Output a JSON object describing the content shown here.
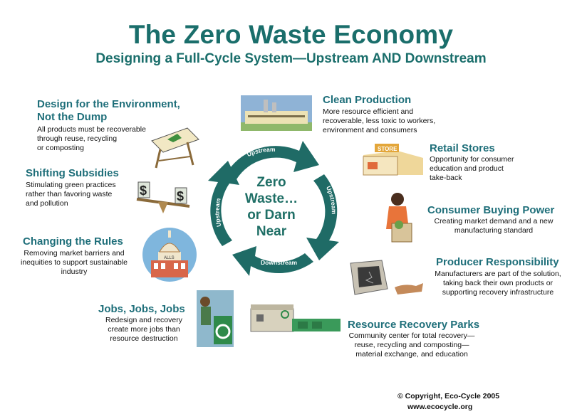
{
  "title": "The Zero Waste Economy",
  "subtitle": "Designing a Full-Cycle System—Upstream AND Downstream",
  "center": {
    "line1": "Zero",
    "line2": "Waste…",
    "line3": "or Darn",
    "line4": "Near"
  },
  "arrows": {
    "top": "Upstream",
    "right": "Upstream",
    "bottom": "Downstream",
    "left": "Upstream"
  },
  "items": {
    "design": {
      "heading1": "Design for the Environment,",
      "heading2": "Not the Dump",
      "desc": [
        "All products must be recoverable",
        "through reuse, recycling",
        "or composting"
      ]
    },
    "subsidies": {
      "heading": "Shifting Subsidies",
      "desc": [
        "Stimulating green practices",
        "rather than favoring waste",
        "and pollution"
      ]
    },
    "rules": {
      "heading": "Changing the Rules",
      "desc": [
        "Removing market barriers and",
        "inequities to support sustainable",
        "industry"
      ]
    },
    "jobs": {
      "heading": "Jobs, Jobs, Jobs",
      "desc": [
        "Redesign and recovery",
        "create more jobs than",
        "resource destruction"
      ]
    },
    "clean": {
      "heading": "Clean Production",
      "desc": [
        "More resource efficient and",
        "recoverable, less toxic to workers,",
        "environment and consumers"
      ]
    },
    "retail": {
      "heading": "Retail Stores",
      "desc": [
        "Opportunity for consumer",
        "education and product",
        "take-back"
      ]
    },
    "consumer": {
      "heading": "Consumer Buying Power",
      "desc": [
        "Creating market demand and a new",
        "manufacturing standard"
      ]
    },
    "producer": {
      "heading": "Producer Responsibility",
      "desc": [
        "Manufacturers are part of the solution,",
        "taking back their own products or",
        "supporting recovery infrastructure"
      ]
    },
    "parks": {
      "heading": "Resource Recovery Parks",
      "desc": [
        "Community center for total recovery—",
        "reuse, recycling and composting—",
        "material exchange, and education"
      ]
    }
  },
  "footer": {
    "copyright": "© Copyright, Eco-Cycle 2005",
    "url": "www.ecocycle.org"
  },
  "picture_text": {
    "store_sign": "STORE",
    "building_sign": "ALLS"
  },
  "colors": {
    "teal": "#1a6e6b",
    "arrow": "#1f6b66",
    "heading": "#1f6f7a"
  }
}
